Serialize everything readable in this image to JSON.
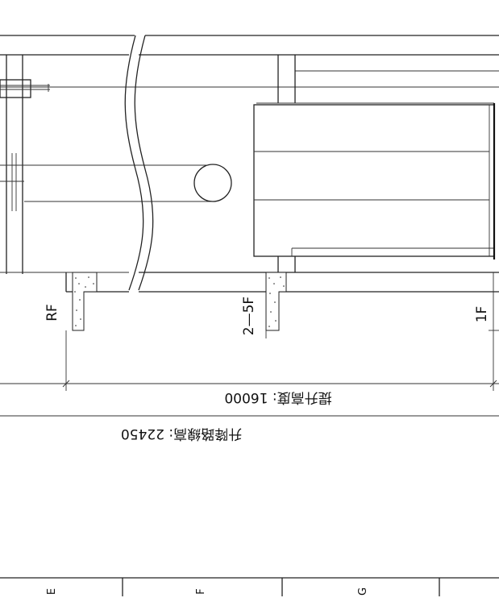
{
  "floor_labels": {
    "rf": "RF",
    "mid": "2—5F",
    "first": "1F"
  },
  "dimensions": {
    "lift_height": "提升高度: 16000",
    "total_path": "升降路線高: 22450"
  },
  "grid_columns": [
    "E",
    "F",
    "G"
  ]
}
